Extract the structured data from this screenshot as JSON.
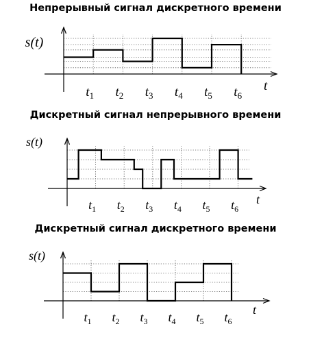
{
  "panels": [
    {
      "title": "Непрерывный сигнал дискретного времени",
      "ylabel": "s(t)",
      "xlabel": "t",
      "ticks": [
        {
          "base": "t",
          "sub": "1"
        },
        {
          "base": "t",
          "sub": "2"
        },
        {
          "base": "t",
          "sub": "3"
        },
        {
          "base": "t",
          "sub": "4"
        },
        {
          "base": "t",
          "sub": "5"
        },
        {
          "base": "t",
          "sub": "6"
        }
      ],
      "signal": {
        "kind": "piecewise-constant",
        "segments": [
          {
            "from": 0,
            "to": 1,
            "level": 1.6
          },
          {
            "from": 1,
            "to": 2,
            "level": 2.3
          },
          {
            "from": 2,
            "to": 3,
            "level": 1.2
          },
          {
            "from": 3,
            "to": 4,
            "level": 3.4
          },
          {
            "from": 4,
            "to": 5,
            "level": 0.6
          },
          {
            "from": 5,
            "to": 6,
            "level": 2.8
          }
        ]
      }
    },
    {
      "title": "Дискретный сигнал непрерывного времени",
      "ylabel": "s(t)",
      "xlabel": "t",
      "ticks": [
        {
          "base": "t",
          "sub": "1"
        },
        {
          "base": "t",
          "sub": "2"
        },
        {
          "base": "t",
          "sub": "3"
        },
        {
          "base": "t",
          "sub": "4"
        },
        {
          "base": "t",
          "sub": "5"
        },
        {
          "base": "t",
          "sub": "6"
        }
      ],
      "signal": {
        "kind": "step-path",
        "levels": [
          "0",
          "1",
          "2",
          "3",
          "4"
        ],
        "points": [
          [
            0,
            1
          ],
          [
            0.4,
            1
          ],
          [
            0.4,
            4
          ],
          [
            1.2,
            4
          ],
          [
            1.2,
            3
          ],
          [
            2.35,
            3
          ],
          [
            2.35,
            2
          ],
          [
            2.65,
            2
          ],
          [
            2.65,
            0
          ],
          [
            3.3,
            0
          ],
          [
            3.3,
            3
          ],
          [
            3.75,
            3
          ],
          [
            3.75,
            1
          ],
          [
            5.35,
            1
          ],
          [
            5.35,
            4
          ],
          [
            6.0,
            4
          ],
          [
            6.0,
            1
          ],
          [
            6.5,
            1
          ]
        ]
      }
    },
    {
      "title": "Дискретный сигнал дискретного времени",
      "ylabel": "s(t)",
      "xlabel": "t",
      "ticks": [
        {
          "base": "t",
          "sub": "1"
        },
        {
          "base": "t",
          "sub": "2"
        },
        {
          "base": "t",
          "sub": "3"
        },
        {
          "base": "t",
          "sub": "4"
        },
        {
          "base": "t",
          "sub": "5"
        },
        {
          "base": "t",
          "sub": "6"
        }
      ],
      "signal": {
        "kind": "piecewise-constant",
        "levels": [
          "0",
          "1",
          "2",
          "3",
          "4"
        ],
        "segments": [
          {
            "from": 0,
            "to": 1,
            "level": 3
          },
          {
            "from": 1,
            "to": 2,
            "level": 1
          },
          {
            "from": 2,
            "to": 3,
            "level": 4
          },
          {
            "from": 3,
            "to": 4,
            "level": 0
          },
          {
            "from": 4,
            "to": 5,
            "level": 2
          },
          {
            "from": 5,
            "to": 6,
            "level": 4
          }
        ]
      }
    }
  ]
}
